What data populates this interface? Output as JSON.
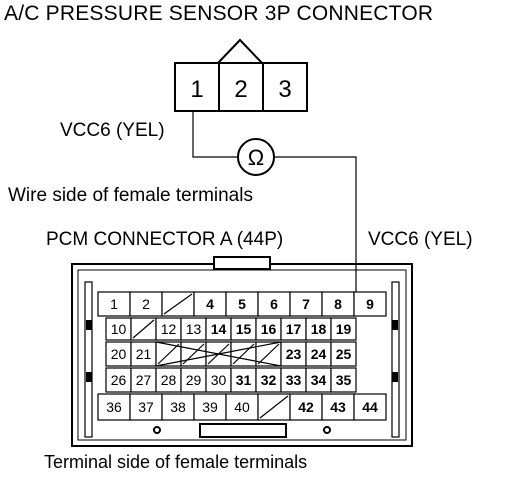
{
  "sensor_connector": {
    "title": "A/C PRESSURE SENSOR 3P CONNECTOR",
    "pins": [
      "1",
      "2",
      "3"
    ],
    "wire_label": "VCC6 (YEL)"
  },
  "ohmmeter": {
    "symbol": "Ω",
    "icon": "ohmmeter-icon"
  },
  "wire_side_caption": "Wire side of female terminals",
  "pcm_connector": {
    "title": "PCM CONNECTOR A (44P)",
    "wire_label": "VCC6 (YEL)",
    "rows": [
      [
        "1",
        "2",
        "",
        "4",
        "5",
        "6",
        "7",
        "8",
        "9"
      ],
      [
        "10",
        "",
        "12",
        "13",
        "14",
        "15",
        "16",
        "17",
        "18",
        "19"
      ],
      [
        "20",
        "21",
        "",
        "",
        "",
        "",
        "",
        "23",
        "24",
        "25"
      ],
      [
        "26",
        "27",
        "28",
        "29",
        "30",
        "31",
        "32",
        "33",
        "34",
        "35"
      ],
      [
        "36",
        "37",
        "38",
        "39",
        "40",
        "",
        "42",
        "43",
        "44"
      ]
    ]
  },
  "terminal_side_caption": "Terminal side of female terminals"
}
